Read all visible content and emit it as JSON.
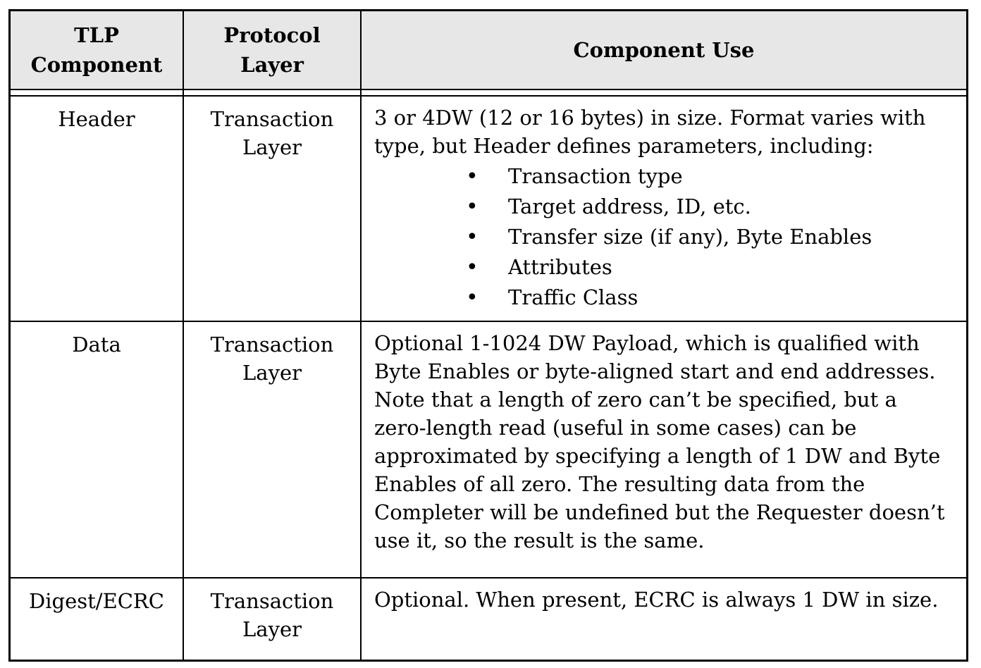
{
  "table": {
    "columns": [
      "TLP Component",
      "Protocol Layer",
      "Component Use"
    ],
    "rows": [
      {
        "component": "Header",
        "layer": "Transaction Layer",
        "use": "3 or 4DW (12 or 16 bytes) in size. Format varies with type, but Header defines parameters, including:",
        "bullets": [
          "Transaction type",
          "Target address, ID, etc.",
          "Transfer size (if any), Byte Enables",
          "Attributes",
          "Traffic Class"
        ]
      },
      {
        "component": "Data",
        "layer": "Transaction Layer",
        "use": "Optional 1-1024 DW Payload, which is qualified with Byte Enables or byte-aligned start and end addresses. Note that a length of zero can’t be specified, but a zero-length read (useful in some cases) can be approximated by specifying a length of 1 DW and Byte Enables of all zero. The resulting data from the Completer will be undefined but the Requester doesn’t use it, so the result is the same."
      },
      {
        "component": "Digest/ECRC",
        "layer": "Transaction Layer",
        "use": "Optional. When present, ECRC is always 1 DW in size."
      }
    ],
    "colors": {
      "header_bg": "#e7e7e7",
      "border": "#000000",
      "text": "#000000",
      "background": "#ffffff"
    }
  }
}
